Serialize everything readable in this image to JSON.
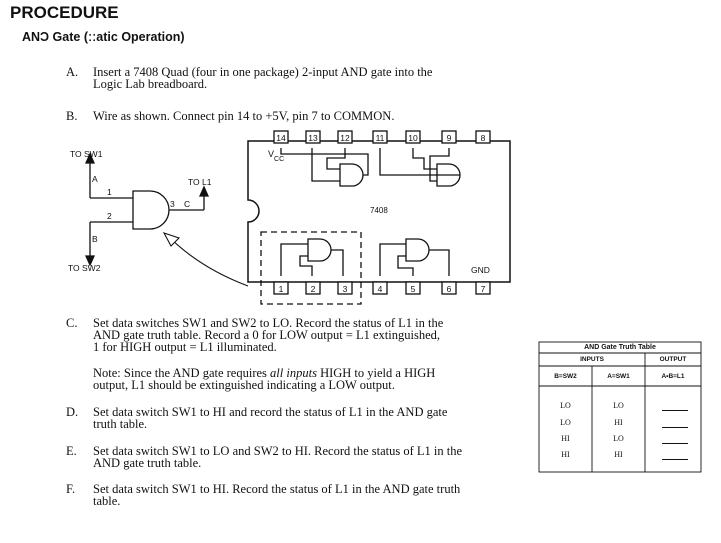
{
  "heading": "PROCEDURE",
  "subheading": "ANƆ Gate (ːːatic Operation)",
  "steps": [
    {
      "letter": "A.",
      "lines": [
        "Insert a 7408 Quad (four in one package) 2-input AND gate into the",
        "Logic Lab breadboard."
      ]
    },
    {
      "letter": "B.",
      "lines": [
        "Wire as shown. Connect pin 14 to +5V, pin 7 to COMMON."
      ]
    },
    {
      "letter": "C.",
      "lines": [
        "Set data switches SW1 and SW2 to LO. Record the status of L1 in the",
        "AND gate truth table. Record a 0 for LOW output = L1 extinguished,",
        "1 for HIGH output = L1 illuminated."
      ]
    },
    {
      "letter": "D.",
      "lines": [
        "Set data switch SW1 to HI and record the status of L1 in the AND gate",
        "truth table."
      ]
    },
    {
      "letter": "E.",
      "lines": [
        "Set data switch SW1 to LO and SW2 to HI. Record the status of L1 in the",
        "AND gate truth table."
      ]
    },
    {
      "letter": "F.",
      "lines": [
        "Set data switch SW1 to HI. Record the status of L1 in the AND gate truth",
        "table."
      ]
    }
  ],
  "note": {
    "prefix": "Note:  Since the AND gate requires ",
    "emph": "all inputs",
    "suffix": " HIGH to yield a HIGH",
    "line2": "output, L1 should be extinguished indicating a LOW output."
  },
  "diagram": {
    "label_sw1": "TO SW1",
    "label_sw2": "TO SW2",
    "label_l1": "TO L1",
    "label_a": "A",
    "label_b": "B",
    "label_c": "C",
    "pin1": "1",
    "pin2": "2",
    "pin3": "3",
    "chip": "7408",
    "vcc": "V",
    "vcc_sub": "CC",
    "gnd": "GND",
    "top_pins": [
      "14",
      "13",
      "12",
      "11",
      "10",
      "9",
      "8"
    ],
    "bottom_pins": [
      "1",
      "2",
      "3",
      "4",
      "5",
      "6",
      "7"
    ]
  },
  "truth_table": {
    "title": "AND Gate Truth Table",
    "inputs_label": "INPUTS",
    "output_label": "OUTPUT",
    "col_b": "B=SW2",
    "col_a": "A=SW1",
    "col_out": "A•B=L1",
    "rows": [
      {
        "b": "LO",
        "a": "LO"
      },
      {
        "b": "LO",
        "a": "HI"
      },
      {
        "b": "HI",
        "a": "LO"
      },
      {
        "b": "HI",
        "a": "HI"
      }
    ]
  }
}
